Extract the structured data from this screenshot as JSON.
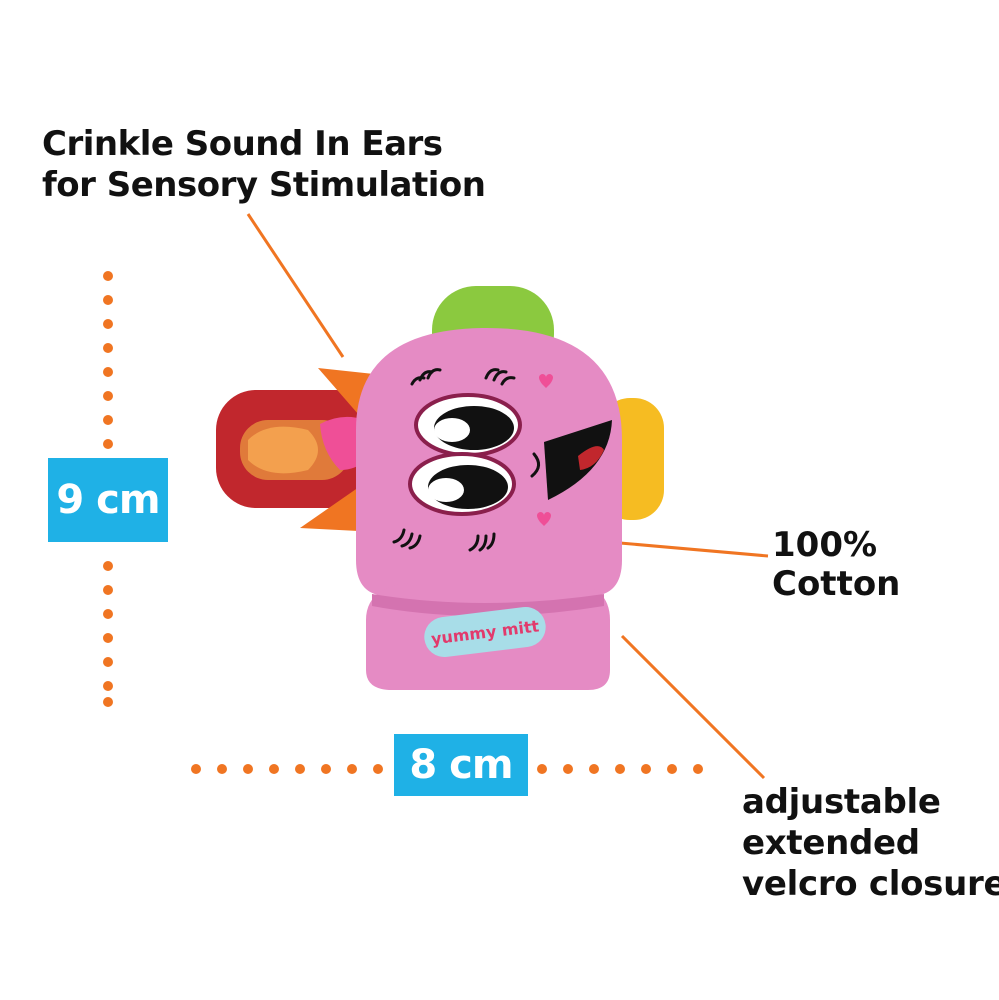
{
  "callouts": {
    "crinkle": {
      "line1": "Crinkle Sound In Ears",
      "line2": "for Sensory Stimulation"
    },
    "cotton": {
      "line1": "100%",
      "line2": "Cotton"
    },
    "velcro": {
      "line1": "adjustable",
      "line2": "extended",
      "line3": "velcro closure"
    }
  },
  "dimensions": {
    "height": "9 cm",
    "width": "8 cm"
  },
  "product": {
    "brand_label": "yummy mitt",
    "icon": "pink-monster-mitt-icon"
  },
  "colors": {
    "accent_orange": "#f07522",
    "badge_blue": "#1fb1e6",
    "body_pink": "#e58bc4",
    "ear_green": "#8bc93f",
    "ear_yellow": "#f6bc22",
    "strap_red": "#c1272d",
    "label_blue": "#a8dde8"
  }
}
